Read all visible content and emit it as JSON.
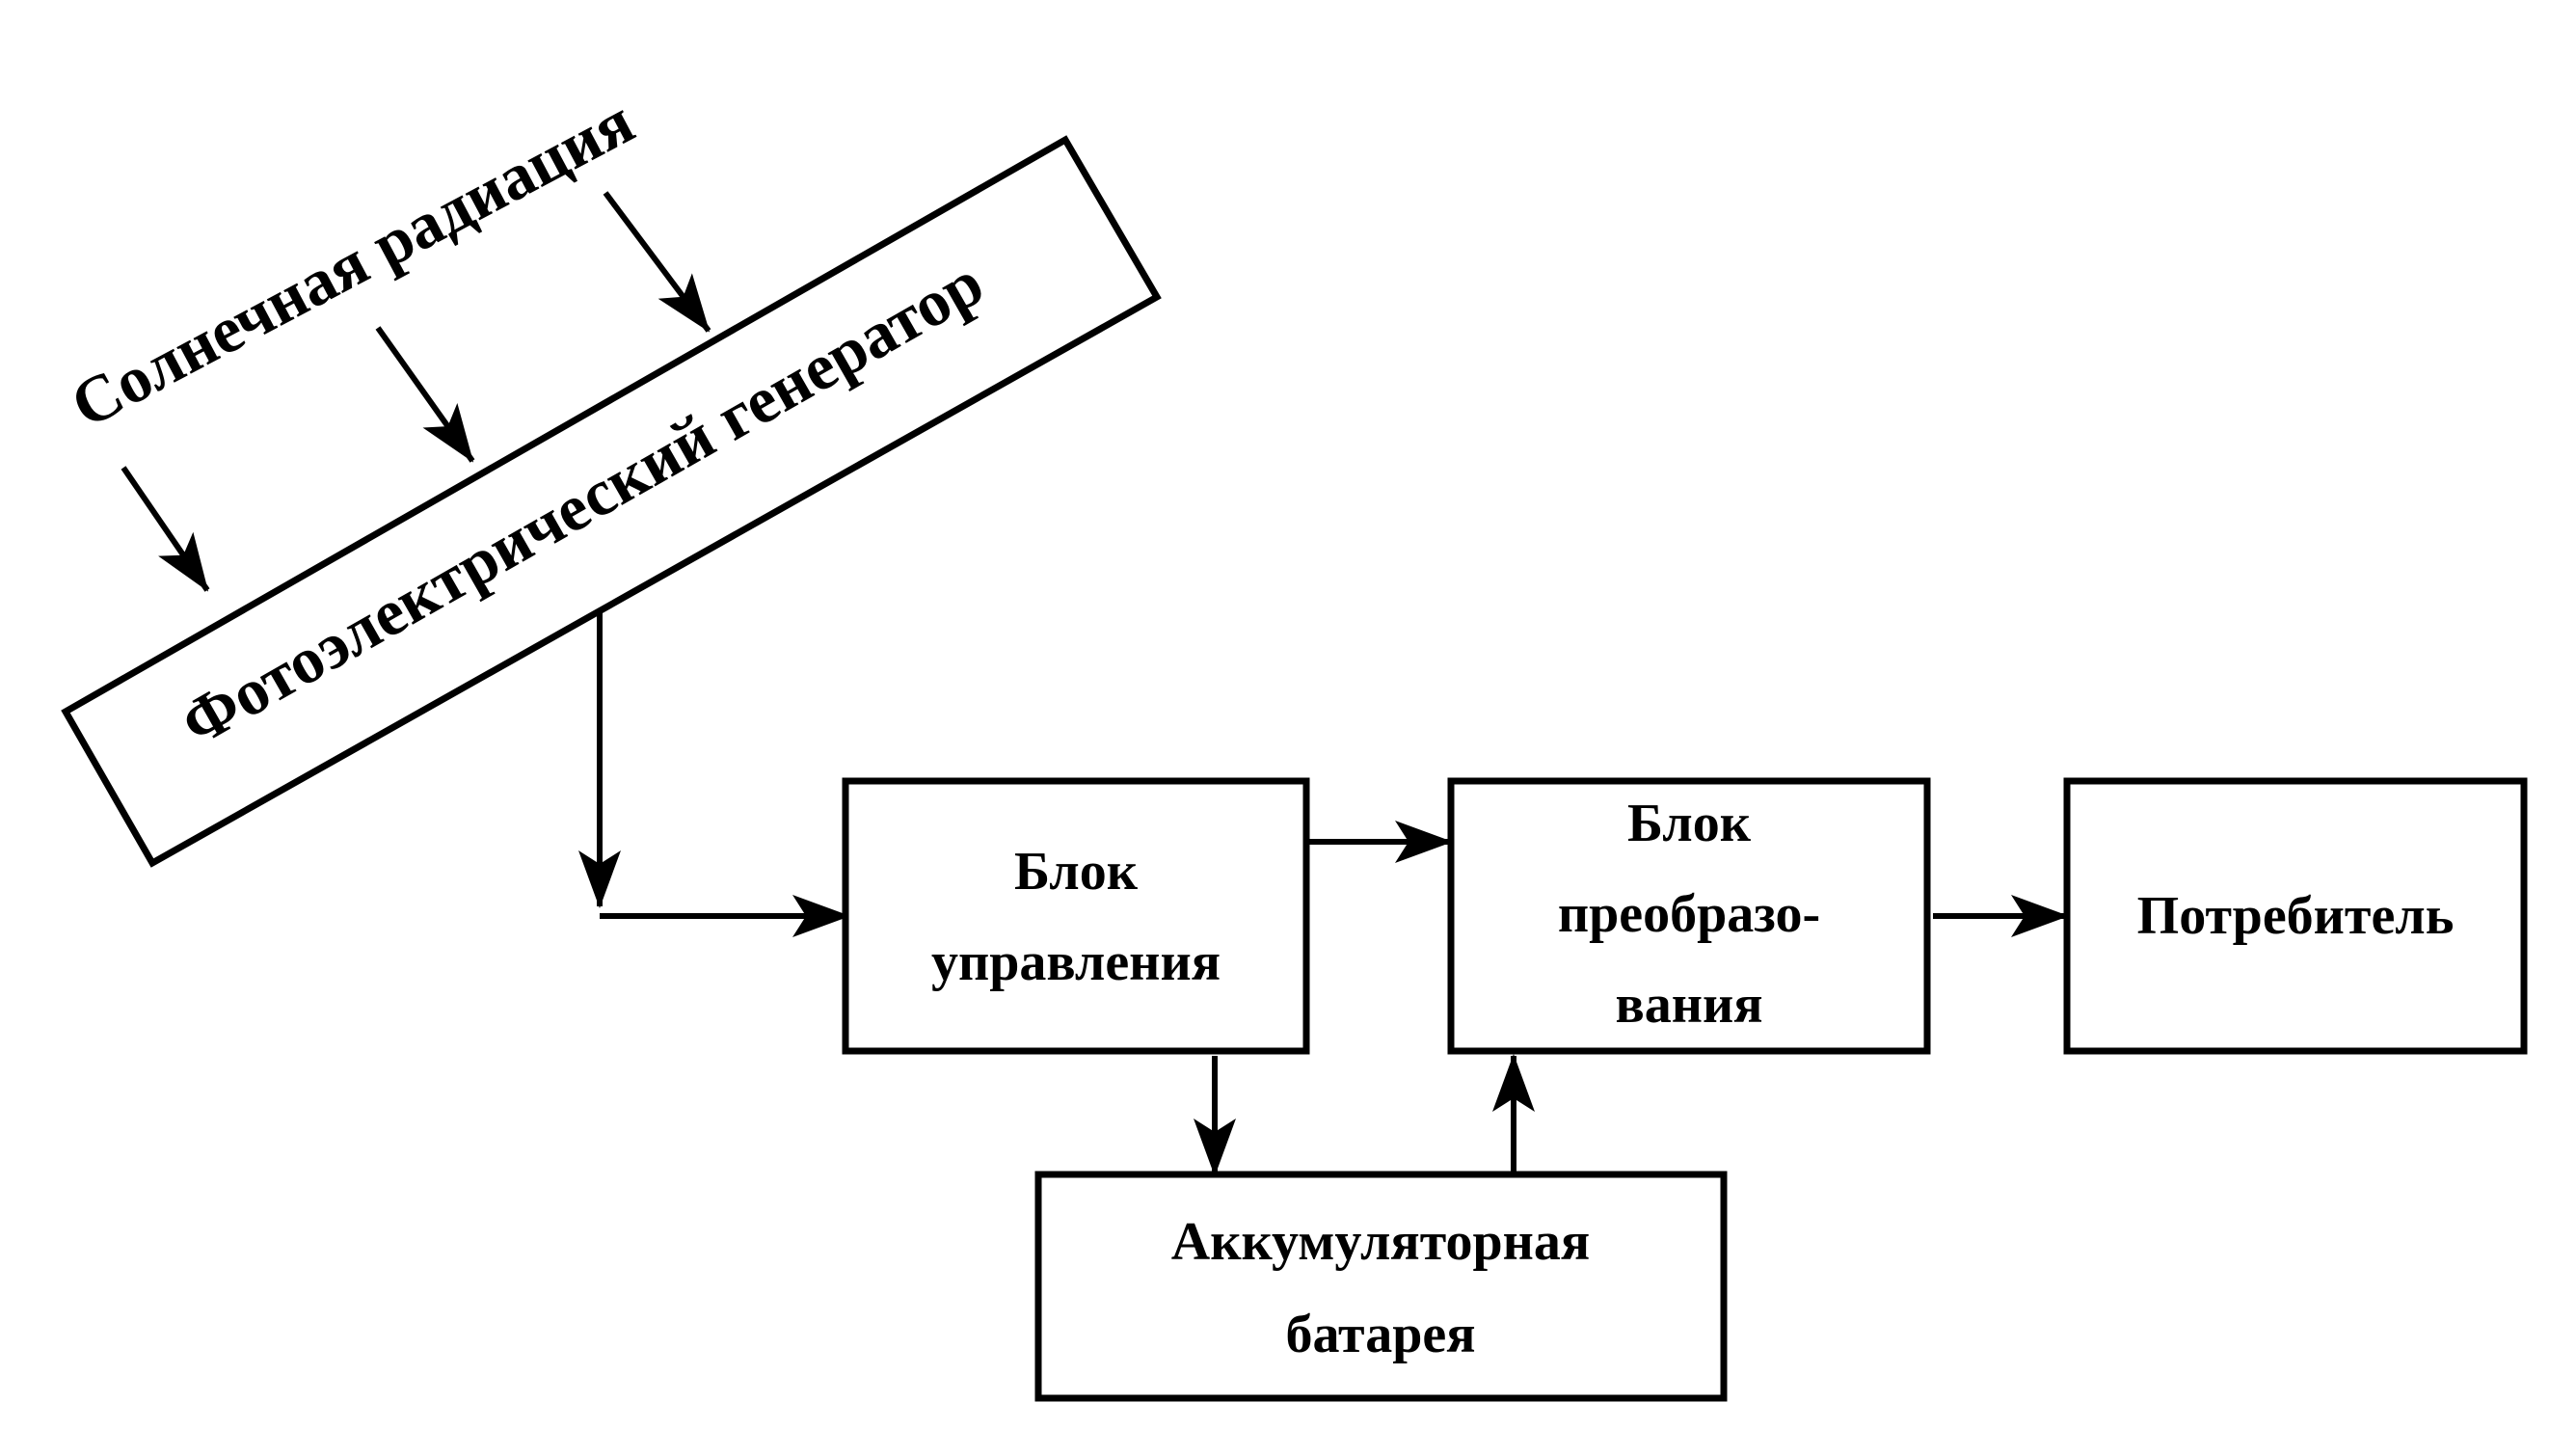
{
  "diagram": {
    "solar_radiation": "Солнечная радиация",
    "pv_generator": "Фотоэлектрический генератор",
    "control_unit": {
      "line1": "Блок",
      "line2": "управления"
    },
    "conversion_unit": {
      "line1": "Блок",
      "line2": "преобразо-",
      "line3": "вания"
    },
    "consumer": "Потребитель",
    "battery": {
      "line1": "Аккумуляторная",
      "line2": "батарея"
    }
  }
}
